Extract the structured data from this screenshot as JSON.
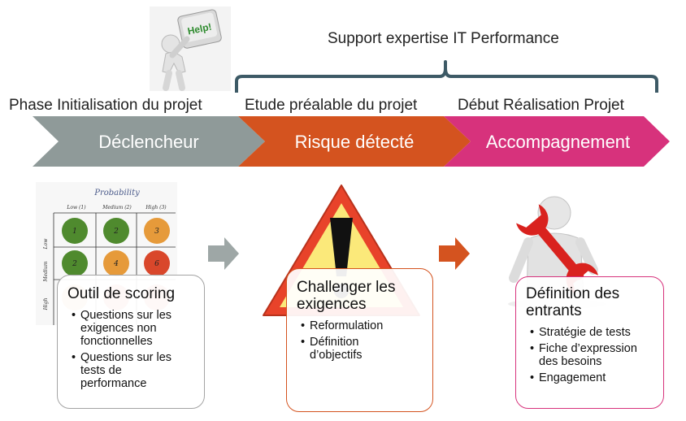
{
  "header": {
    "support_label": "Support expertise IT Performance"
  },
  "phases": [
    {
      "label": "Phase Initialisation du projet",
      "chevron": "Déclencheur",
      "color": "#8f9a99"
    },
    {
      "label": "Etude préalable du projet",
      "chevron": "Risque détecté",
      "color": "#d4531f"
    },
    {
      "label": "Début Réalisation Projet",
      "chevron": "Accompagnement",
      "color": "#d7327c"
    }
  ],
  "help_key": {
    "text": "Help!"
  },
  "matrix": {
    "header": "Probability",
    "columns": [
      "Low (1)",
      "Medium (2)",
      "High (3)"
    ],
    "rows": [
      "Low",
      "Medium",
      "High"
    ],
    "cells": [
      "1",
      "2",
      "3",
      "2",
      "4",
      "6"
    ],
    "colors": {
      "low": "#4f8a2e",
      "medium": "#e69a3a",
      "high": "#d9472b"
    }
  },
  "cards": [
    {
      "title": "Outil de scoring",
      "items": [
        "Questions sur les\nexigences non\nfonctionnelles",
        "Questions sur les\ntests de\nperformance"
      ]
    },
    {
      "title": "Challenger les\nexigences",
      "items": [
        "Reformulation",
        "Définition\nd’objectifs"
      ]
    },
    {
      "title": "Définition des\nentrants",
      "items": [
        "Stratégie de tests",
        "Fiche d’expression\ndes besoins",
        "Engagement"
      ]
    }
  ]
}
